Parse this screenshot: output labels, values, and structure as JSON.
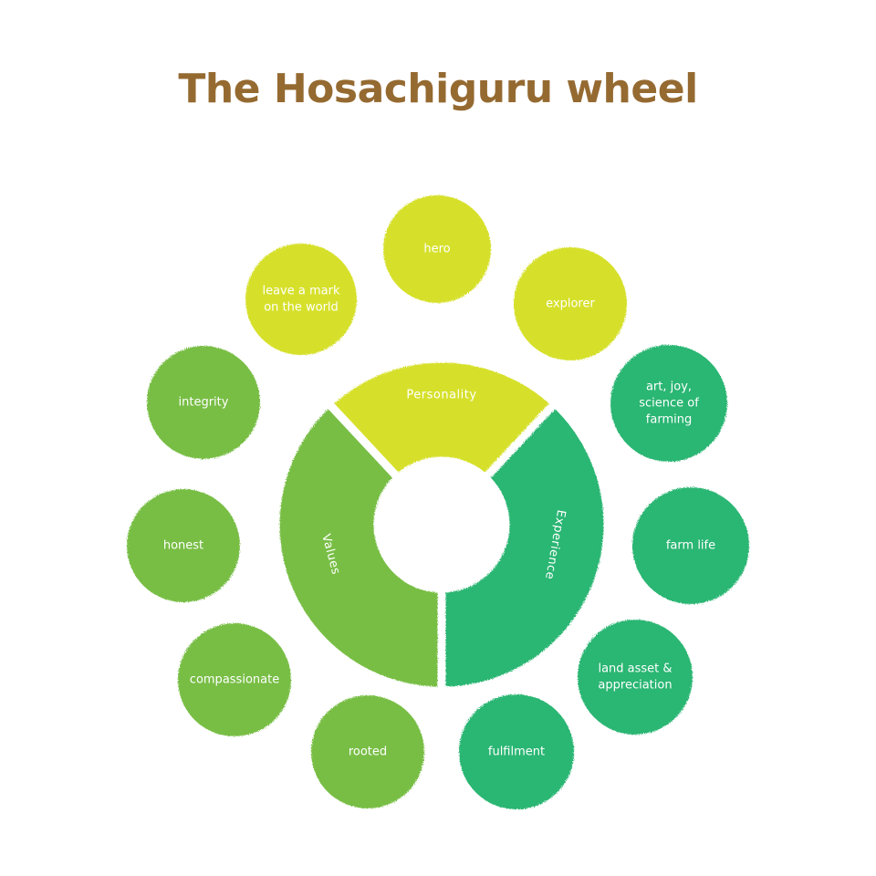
{
  "title": "The Hosachiguru wheel",
  "colors": {
    "personality": "#d6e02c",
    "values": "#78be45",
    "experience": "#2bb673",
    "title": "#956a31",
    "label": "#ffffff"
  },
  "segments": [
    {
      "key": "personality",
      "label": "Personality"
    },
    {
      "key": "values",
      "label": "Values"
    },
    {
      "key": "experience",
      "label": "Experience"
    }
  ],
  "nodes": [
    {
      "key": "hero",
      "lines": [
        "hero"
      ],
      "group": "personality"
    },
    {
      "key": "leave-a-mark",
      "lines": [
        "leave a mark",
        "on the world"
      ],
      "group": "personality"
    },
    {
      "key": "explorer",
      "lines": [
        "explorer"
      ],
      "group": "personality"
    },
    {
      "key": "integrity",
      "lines": [
        "integrity"
      ],
      "group": "values"
    },
    {
      "key": "honest",
      "lines": [
        "honest"
      ],
      "group": "values"
    },
    {
      "key": "compassionate",
      "lines": [
        "compassionate"
      ],
      "group": "values"
    },
    {
      "key": "rooted",
      "lines": [
        "rooted"
      ],
      "group": "values"
    },
    {
      "key": "art-joy-science",
      "lines": [
        "art, joy,",
        "science of",
        "farming"
      ],
      "group": "experience"
    },
    {
      "key": "farm-life",
      "lines": [
        "farm life"
      ],
      "group": "experience"
    },
    {
      "key": "land-asset",
      "lines": [
        "land asset &",
        "appreciation"
      ],
      "group": "experience"
    },
    {
      "key": "fulfilment",
      "lines": [
        "fulfilment"
      ],
      "group": "experience"
    }
  ]
}
